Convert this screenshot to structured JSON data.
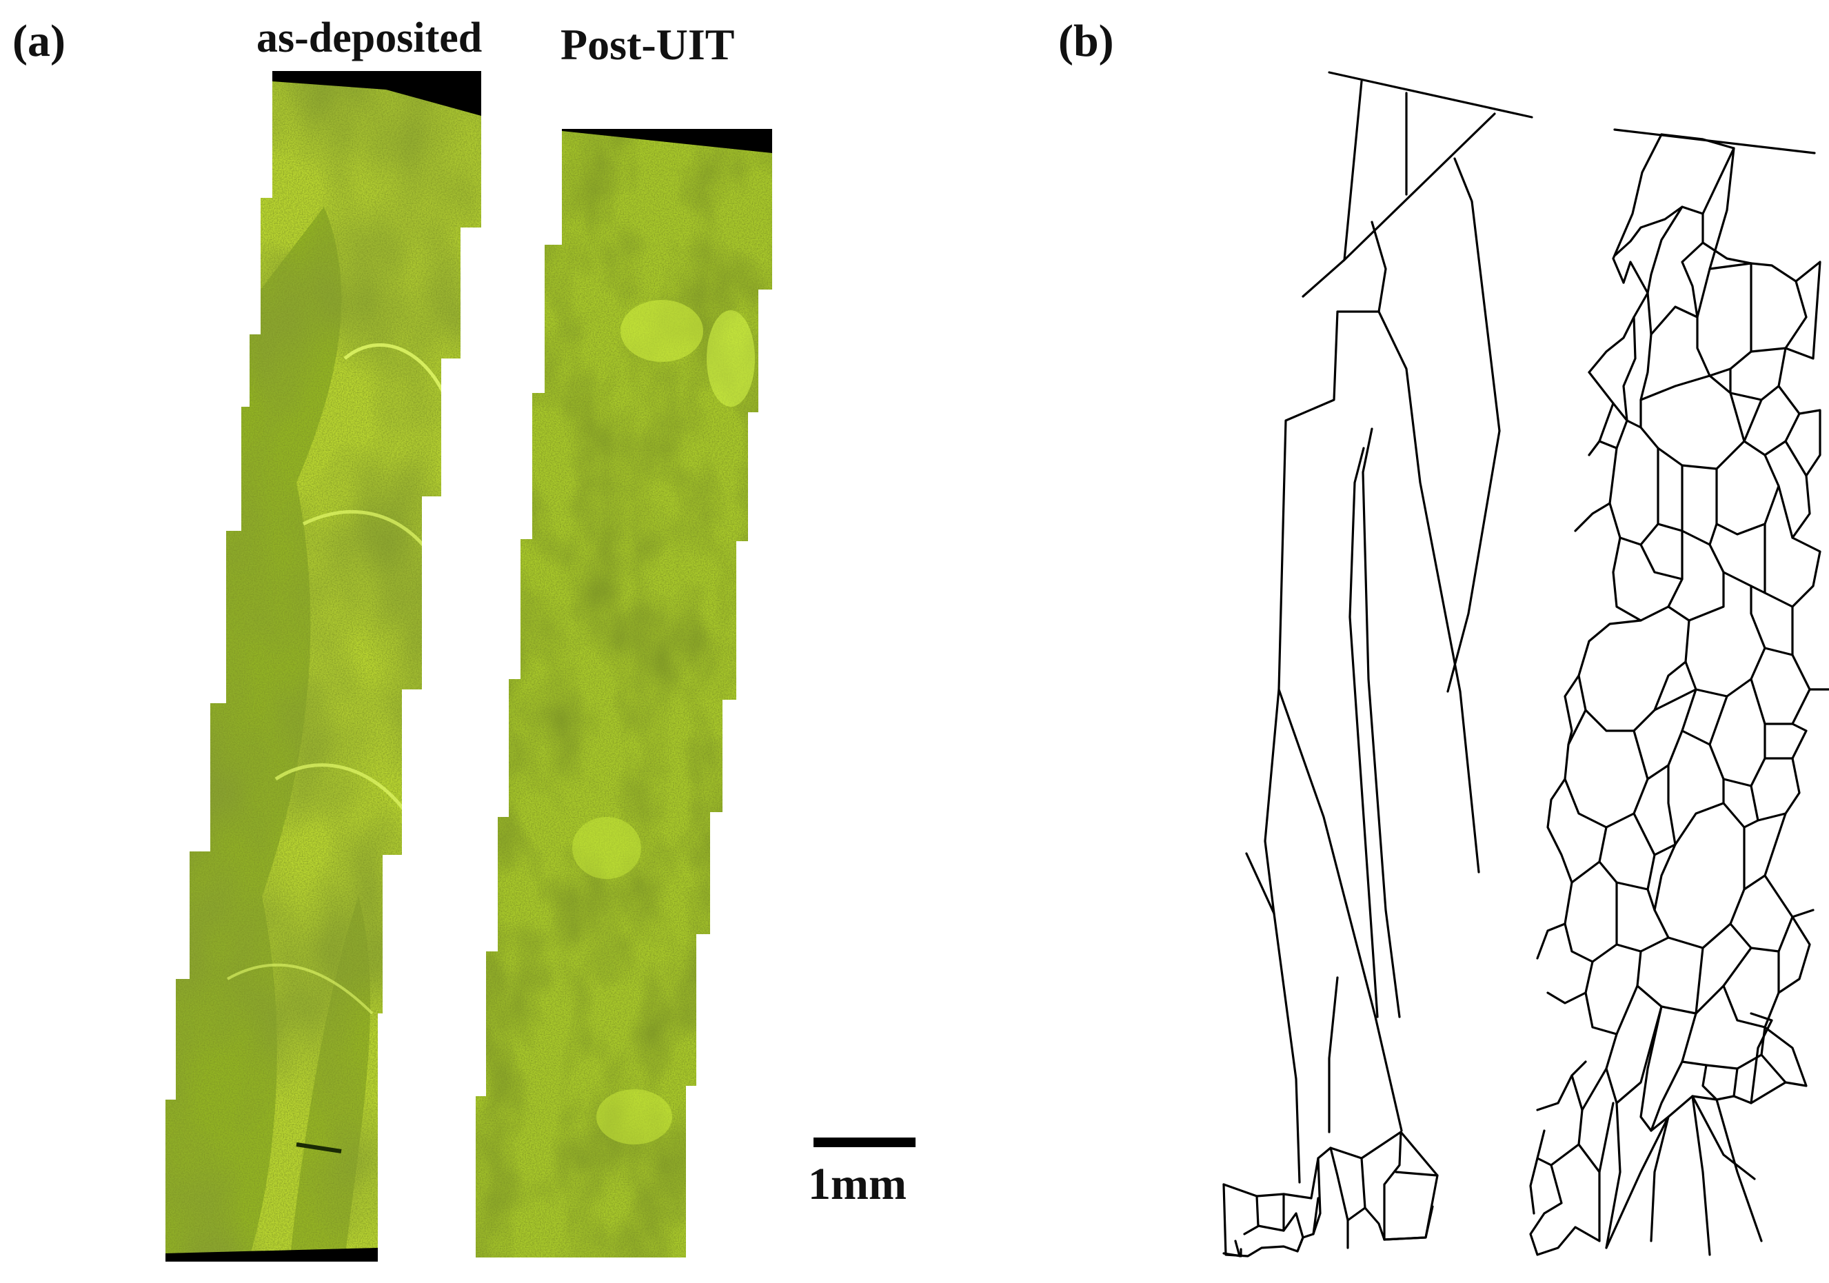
{
  "labels": {
    "panel_a": "(a)",
    "panel_b": "(b)",
    "as_deposited": "as-deposited",
    "post_uit": "Post-UIT",
    "scale": "1mm"
  },
  "colors": {
    "micrograph_base": "#b8d430",
    "micrograph_dark": "#4a6a10",
    "micrograph_bright": "#d4f040",
    "trace_line": "#000000"
  }
}
